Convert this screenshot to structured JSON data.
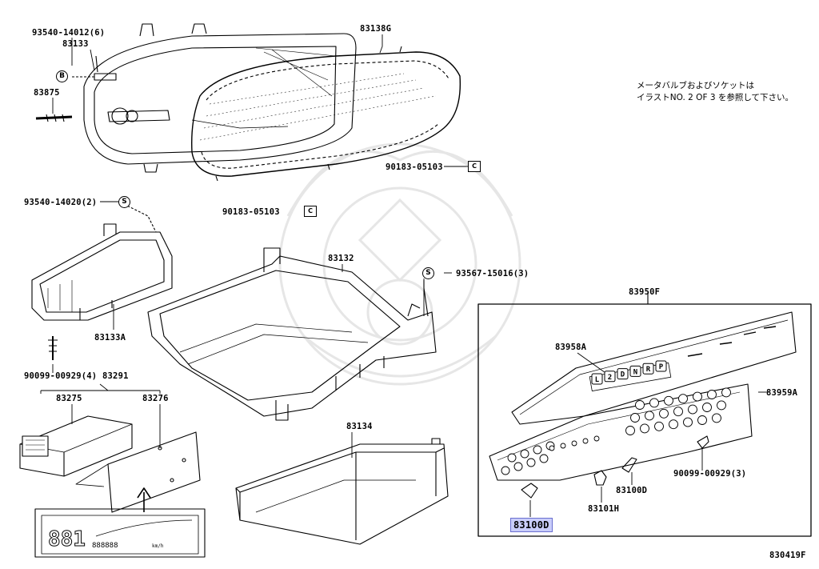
{
  "parts": {
    "p93540_14012": "93540-14012(6)",
    "p83133": "83133",
    "p83875": "83875",
    "p83138G": "83138G",
    "p90183_05103_a": "90183-05103",
    "p90183_05103_b": "90183-05103",
    "p93540_14020": "93540-14020(2)",
    "p83132": "83132",
    "p93567_15016": "93567-15016(3)",
    "p83133A": "83133A",
    "p90099_00929_4": "90099-00929(4)",
    "p83291": "83291",
    "p83275": "83275",
    "p83276": "83276",
    "p83134": "83134",
    "p83950F": "83950F",
    "p83958A": "83958A",
    "p83959A": "83959A",
    "p90099_00929_3": "90099-00929(3)",
    "p83100D_a": "83100D",
    "p83101H": "83101H",
    "p83100D_highlight": "83100D"
  },
  "markers": {
    "B": "B",
    "S1": "S",
    "S2": "S",
    "C1": "C",
    "C2": "C"
  },
  "note": {
    "line1": "メータバルブおよびソケットは",
    "line2": "イラストNO. 2 OF 3 を参照して下さい。"
  },
  "gear_letters": [
    "L",
    "2",
    "D",
    "N",
    "R",
    "P"
  ],
  "display": {
    "digits": "881",
    "odo": "888888",
    "unit": "km/h"
  },
  "diagram_id": "830419F",
  "colors": {
    "ink": "#000000",
    "highlight": "#c9cdfa",
    "highlight_border": "#6a6fd0",
    "watermark": "#e4e4e4"
  }
}
